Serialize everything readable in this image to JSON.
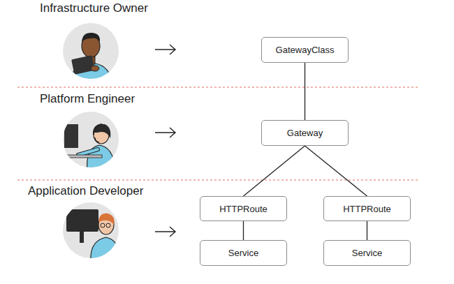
{
  "diagram": {
    "nodes": [
      {
        "text": [
          "GatewayClass"
        ]
      },
      {
        "text": [
          "Gateway"
        ]
      },
      {
        "text": [
          "HTTPRoute"
        ]
      },
      {
        "text": [
          "HTTPRoute"
        ]
      },
      {
        "text": [
          "Service"
        ]
      },
      {
        "text": [
          "Service"
        ]
      }
    ],
    "edges": [
      {
        "from": 0,
        "to": 1,
        "arrow": "none"
      },
      {
        "from": 1,
        "to": 2,
        "arrow": "none"
      },
      {
        "from": 1,
        "to": 3,
        "arrow": "none"
      },
      {
        "from": 2,
        "to": 4,
        "arrow": "none"
      },
      {
        "from": 3,
        "to": 5,
        "arrow": "none"
      }
    ],
    "labels": [
      "Infrastructure Owner",
      "Platform Engineer",
      "Application Developer"
    ]
  }
}
